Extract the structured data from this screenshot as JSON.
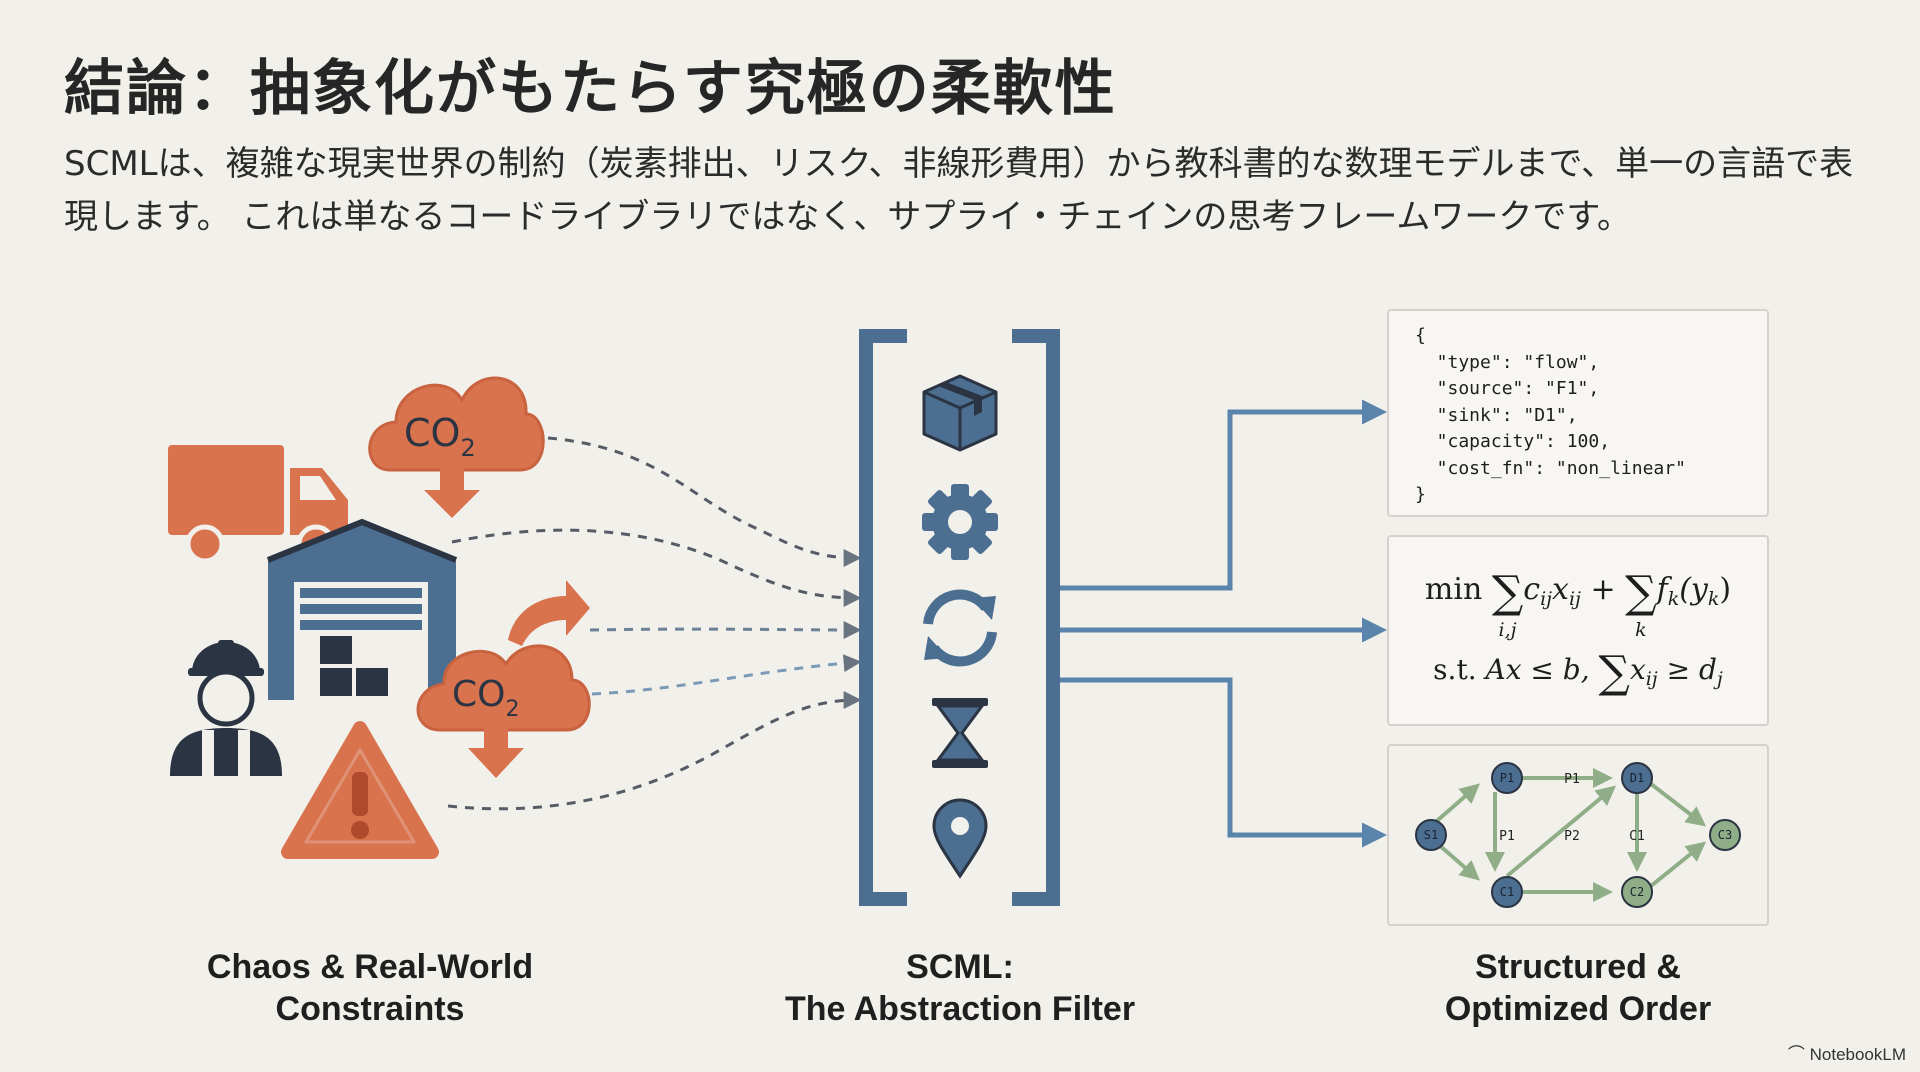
{
  "title": "結論：抽象化がもたらす究極の柔軟性",
  "subtitle": "SCMLは、複雑な現実世界の制約（炭素排出、リスク、非線形費用）から教科書的な数理モデルまで、単一の言語で表現します。 これは単なるコードライブラリではなく、サプライ・チェインの思考フレームワークです。",
  "left_section": {
    "caption_line1": "Chaos & Real-World",
    "caption_line2": "Constraints",
    "co2_label": "CO",
    "co2_sub": "2",
    "icons": [
      "truck-icon",
      "warehouse-icon",
      "worker-icon",
      "warning-icon",
      "co2-cloud-icon"
    ]
  },
  "middle_section": {
    "caption_line1": "SCML:",
    "caption_line2": "The Abstraction Filter",
    "icons": [
      "box-icon",
      "gear-icon",
      "refresh-icon",
      "hourglass-icon",
      "location-pin-icon"
    ]
  },
  "right_section": {
    "caption_line1": "Structured &",
    "caption_line2": "Optimized Order",
    "json_lines": [
      "{",
      "  \"type\": \"flow\",",
      "  \"source\": \"F1\",",
      "  \"sink\": \"D1\",",
      "  \"capacity\": 100,",
      "  \"cost_fn\": \"non_linear\"",
      "}"
    ],
    "math": {
      "min": "min",
      "sum_sub_1": "i,j",
      "term_1": "c",
      "term_1_sub": "ij",
      "term_1b": "x",
      "term_1b_sub": "ij",
      "plus": "+",
      "sum_sub_2": "k",
      "term_2": "f",
      "term_2_sub": "k",
      "term_2_arg": "(y",
      "term_2_arg_sub": "k",
      "term_2_close": ")",
      "st": "s.t.",
      "constraint": "Ax ≤ b,",
      "sum2_term": "x",
      "sum2_term_sub": "ij",
      "geq": "≥ d",
      "geq_sub": "j"
    },
    "graph": {
      "nodes": [
        "S1",
        "P1",
        "D1",
        "C3",
        "C1",
        "C2"
      ],
      "edge_labels": [
        "P1",
        "P1",
        "P2",
        "C1"
      ]
    }
  },
  "colors": {
    "background": "#f2f0eb",
    "orange": "#d9734e",
    "steel_blue": "#4b6e91",
    "dark": "#2b3442",
    "green_node": "#8fae88",
    "arrow": "#5a84ab"
  },
  "brand": "NotebookLM"
}
